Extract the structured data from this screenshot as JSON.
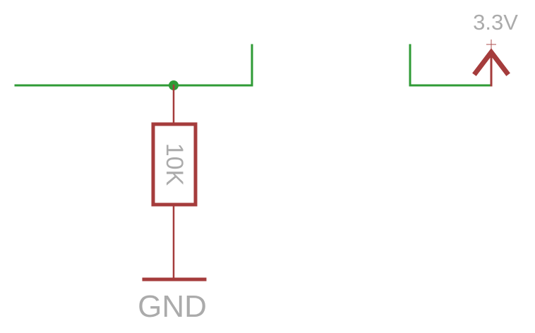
{
  "schematic": {
    "colors": {
      "net": "#2f9b36",
      "symbol": "#a53c3c",
      "label": "#ababab",
      "background": "#ffffff"
    },
    "resistor": {
      "value": "10K"
    },
    "ground": {
      "label": "GND"
    },
    "supply": {
      "label": "3.3V"
    }
  }
}
